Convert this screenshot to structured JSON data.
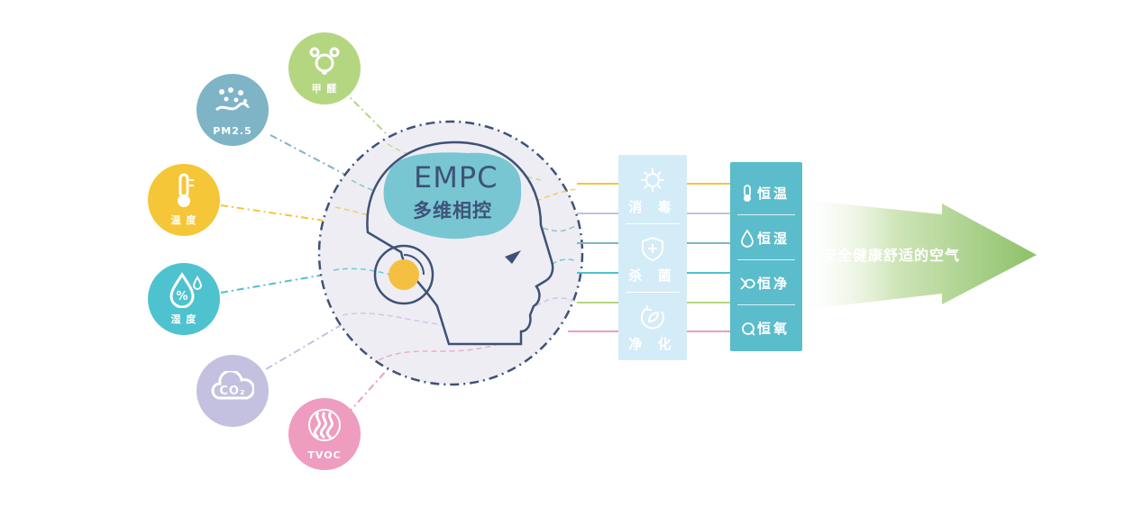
{
  "sensors": [
    {
      "id": "formaldehyde",
      "label": "甲 醛",
      "color": "#b5d681",
      "icon": "molecule-icon"
    },
    {
      "id": "pm25",
      "label": "PM2.5",
      "color": "#7fb4c6",
      "icon": "particles-icon"
    },
    {
      "id": "temperature",
      "label": "温 度",
      "color": "#f5c637",
      "icon": "thermometer-icon"
    },
    {
      "id": "humidity",
      "label": "湿 度",
      "color": "#4fc2cf",
      "icon": "droplet-percent-icon"
    },
    {
      "id": "co2",
      "label": "CO₂",
      "color": "#c3c1df",
      "icon": "cloud-icon"
    },
    {
      "id": "tvoc",
      "label": "TVOC",
      "color": "#ee9cbf",
      "icon": "heat-waves-icon"
    }
  ],
  "brain": {
    "title": "EMPC",
    "subtitle": "多维相控"
  },
  "functions": [
    {
      "label": "消 毒",
      "icon": "virus-icon"
    },
    {
      "label": "杀 菌",
      "icon": "shield-plus-icon"
    },
    {
      "label": "净 化",
      "icon": "leaf-cycle-icon"
    }
  ],
  "results": [
    {
      "label": "恒温",
      "icon": "thermometer-icon"
    },
    {
      "label": "恒湿",
      "icon": "droplet-icon"
    },
    {
      "label": "恒净",
      "icon": "fish-icon"
    },
    {
      "label": "恒氧",
      "icon": "oxygen-icon"
    }
  ],
  "output": {
    "label": "安全健康舒适的空气",
    "color": "#8dc168"
  },
  "colors": {
    "lines": [
      "#f5c637",
      "#c3c1df",
      "#7fb4c6",
      "#4fc2cf",
      "#b5d681",
      "#ee9cbf"
    ],
    "head": "#3e5277",
    "brain": "#5bbccb"
  }
}
